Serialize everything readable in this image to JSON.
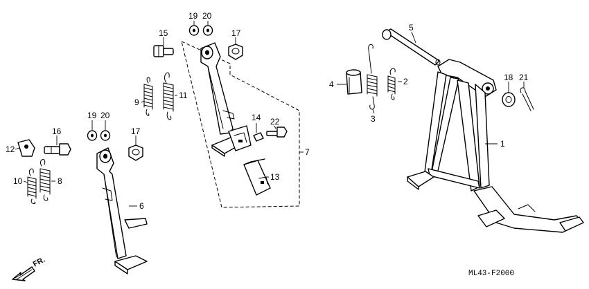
{
  "callouts": [
    {
      "id": "c1",
      "text": "1"
    },
    {
      "id": "c2",
      "text": "2"
    },
    {
      "id": "c3",
      "text": "3"
    },
    {
      "id": "c4",
      "text": "4"
    },
    {
      "id": "c5",
      "text": "5"
    },
    {
      "id": "c6",
      "text": "6"
    },
    {
      "id": "c7",
      "text": "7"
    },
    {
      "id": "c8",
      "text": "8"
    },
    {
      "id": "c9",
      "text": "9"
    },
    {
      "id": "c10",
      "text": "10"
    },
    {
      "id": "c11",
      "text": "11"
    },
    {
      "id": "c12",
      "text": "12"
    },
    {
      "id": "c13",
      "text": "13"
    },
    {
      "id": "c14",
      "text": "14"
    },
    {
      "id": "c15",
      "text": "15"
    },
    {
      "id": "c16",
      "text": "16"
    },
    {
      "id": "c17a",
      "text": "17"
    },
    {
      "id": "c17b",
      "text": "17"
    },
    {
      "id": "c19a",
      "text": "19"
    },
    {
      "id": "c19b",
      "text": "19"
    },
    {
      "id": "c20a",
      "text": "20"
    },
    {
      "id": "c20b",
      "text": "20"
    },
    {
      "id": "c18",
      "text": "18"
    },
    {
      "id": "c21",
      "text": "21"
    },
    {
      "id": "c22",
      "text": "22"
    }
  ],
  "direction_label": "FR.",
  "diagram_code": "ML43-F2000"
}
